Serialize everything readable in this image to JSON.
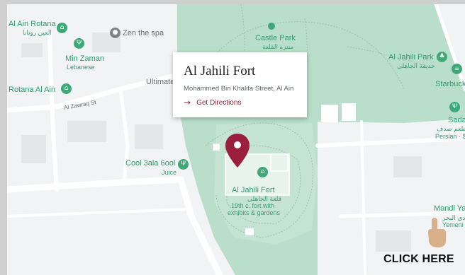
{
  "card": {
    "title": "Al Jahili Fort",
    "address": "Mohammed Bin Khalifa Street, Al Ain",
    "directions_label": "Get Directions"
  },
  "cta_label": "CLICK HERE",
  "labels": {
    "al_ain_rotana": "Al Ain Rotana",
    "al_ain_rotana_ar": "العين روتانا",
    "zen_spa": "Zen the spa",
    "min_zaman": "Min Zaman",
    "min_zaman_sub": "Lebanese",
    "castle_park": "Castle Park",
    "castle_park_ar": "منتزه القلعة",
    "al_jahili_park": "Al Jahili Park",
    "al_jahili_park_ar": "حديقة الجاهلي",
    "ultimate": "Ultimate",
    "rotana_al_ain": "Rotana Al Ain",
    "starbucks": "Starbuck",
    "al_zawraq": "Al Zawraq St",
    "sada": "Sada",
    "sada_ar": "مطعم صدف",
    "sada_sub": "Persian · $",
    "cool_3ala": "Cool 3ala 6ool",
    "cool_3ala_sub": "Juice",
    "fort_label": "Al Jahili Fort",
    "fort_label_ar": "قلعة الجاهلي",
    "fort_desc1": "19th c. fort with",
    "fort_desc2": "exhibits & gardens",
    "mandi": "Mandi Ya",
    "mandi_ar": "مندي البحر",
    "mandi_sub": "Yemeni"
  },
  "icons": {
    "pin": "map-pin-icon",
    "directions": "arrow-right-icon",
    "hand": "pointing-hand-icon"
  },
  "colors": {
    "park": "#b9decb",
    "marker": "#9b1f3c",
    "poi_green": "#3fa877",
    "label_green": "#2f9e6e"
  }
}
